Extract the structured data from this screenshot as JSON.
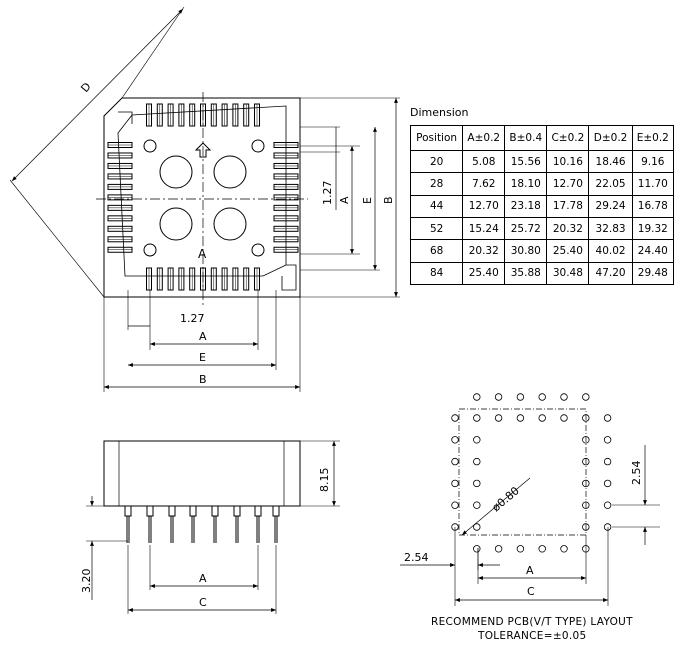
{
  "top_view": {
    "dims": {
      "d": "D",
      "pitch": "1.27",
      "a": "A",
      "e": "E",
      "b": "B",
      "pitch_v": "1.27",
      "a_v": "A",
      "e_v": "E",
      "b_v": "B"
    },
    "pin1_mark": "A"
  },
  "side_view": {
    "height": "8.15",
    "pin_len": "3.20",
    "a": "A",
    "c": "C"
  },
  "pcb_layout": {
    "pitch_v": "2.54",
    "pitch_h": "2.54",
    "hole": "ø0.80",
    "a": "A",
    "c": "C",
    "caption": "RECOMMEND PCB(V/T TYPE) LAYOUT",
    "tolerance": "TOLERANCE=±0.05"
  },
  "dimension_table": {
    "title": "Dimension",
    "headers": [
      "Position",
      "A±0.2",
      "B±0.4",
      "C±0.2",
      "D±0.2",
      "E±0.2"
    ],
    "rows": [
      [
        "20",
        "5.08",
        "15.56",
        "10.16",
        "18.46",
        "9.16"
      ],
      [
        "28",
        "7.62",
        "18.10",
        "12.70",
        "22.05",
        "11.70"
      ],
      [
        "44",
        "12.70",
        "23.18",
        "17.78",
        "29.24",
        "16.78"
      ],
      [
        "52",
        "15.24",
        "25.72",
        "20.32",
        "32.83",
        "19.32"
      ],
      [
        "68",
        "20.32",
        "30.80",
        "25.40",
        "40.02",
        "24.40"
      ],
      [
        "84",
        "25.40",
        "35.88",
        "30.48",
        "47.20",
        "29.48"
      ]
    ]
  }
}
